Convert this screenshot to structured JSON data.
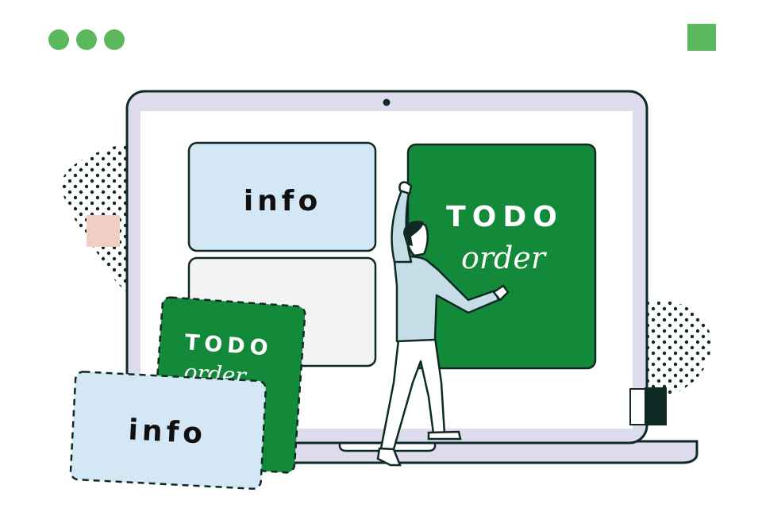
{
  "window_controls": {
    "dots": [
      "dot-1",
      "dot-2",
      "dot-3"
    ],
    "color": "#5cb85c"
  },
  "corner_square_color": "#5cb85c",
  "screen_cards": {
    "info_label": "info",
    "todo_title": "TODO",
    "todo_subtitle": "order"
  },
  "floating_cards": {
    "todo_title": "TODO",
    "todo_subtitle": "order",
    "info_label": "info"
  },
  "colors": {
    "green": "#13893a",
    "light_blue": "#d3e8f4",
    "light_gray": "#f3f3f3",
    "outline": "#0f2a24",
    "laptop_body": "#dedcec",
    "pink": "#f2cdc6"
  }
}
